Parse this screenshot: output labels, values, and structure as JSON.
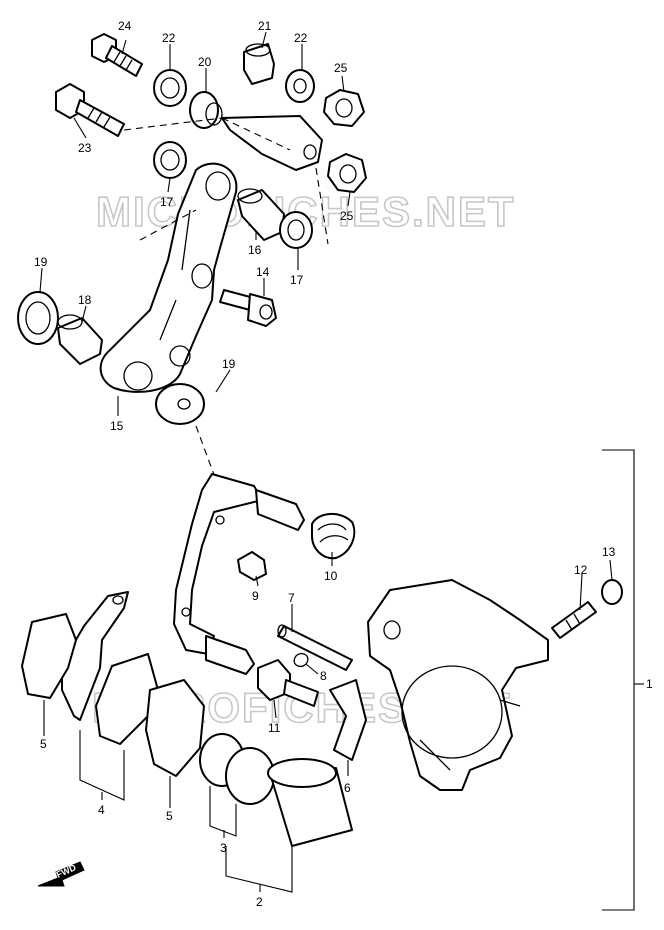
{
  "watermark": "MICROFICHES.NET",
  "fwd_label": "FWD",
  "callouts": {
    "c1": "1",
    "c2": "2",
    "c3": "3",
    "c4": "4",
    "c5a": "5",
    "c5b": "5",
    "c6": "6",
    "c7": "7",
    "c8": "8",
    "c9": "9",
    "c10": "10",
    "c11": "11",
    "c12": "12",
    "c13": "13",
    "c14": "14",
    "c15": "15",
    "c16": "16",
    "c17a": "17",
    "c17b": "17",
    "c18": "18",
    "c19a": "19",
    "c19b": "19",
    "c20": "20",
    "c21": "21",
    "c22a": "22",
    "c22b": "22",
    "c23": "23",
    "c24": "24",
    "c25a": "25",
    "c25b": "25"
  }
}
